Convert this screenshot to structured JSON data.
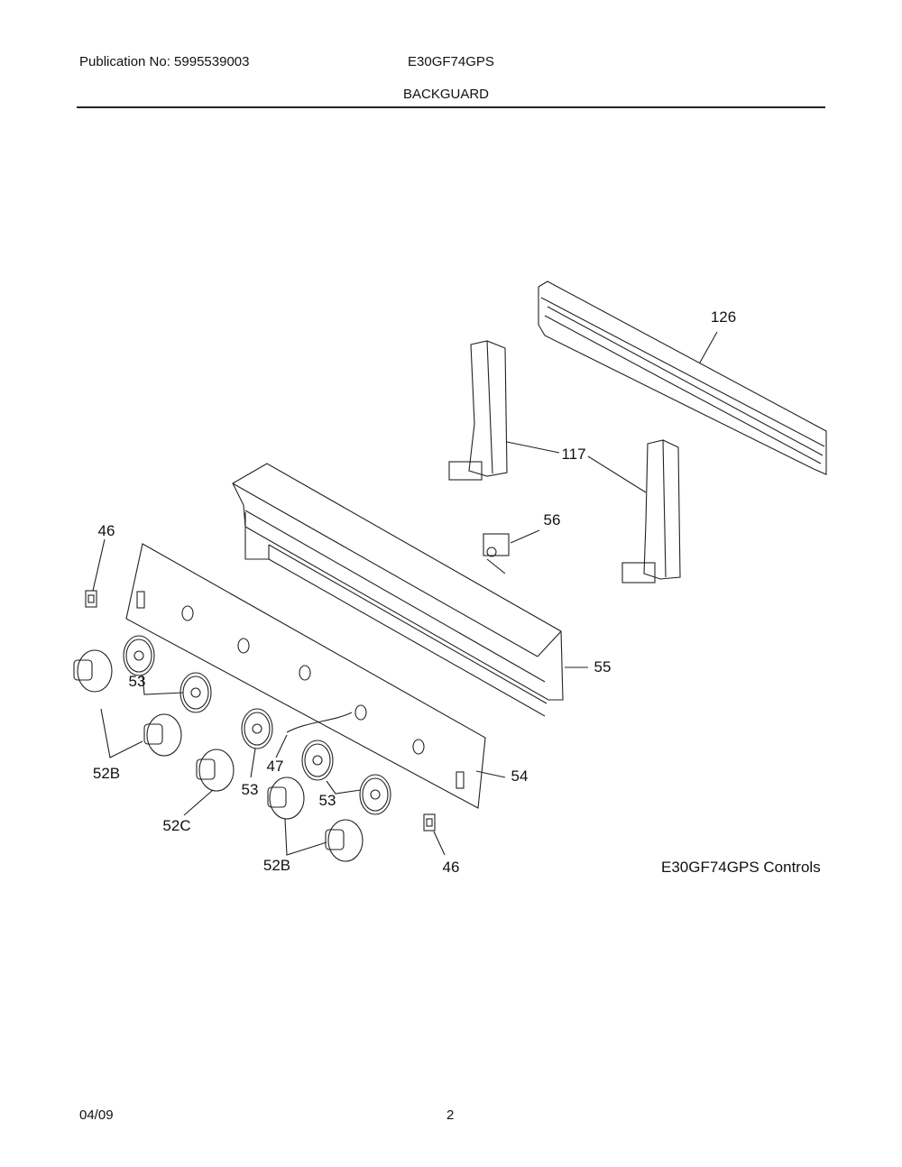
{
  "header": {
    "publication": "Publication No: 5995539003",
    "model": "E30GF74GPS",
    "section": "BACKGUARD"
  },
  "diagram": {
    "caption": "E30GF74GPS Controls",
    "callouts": {
      "rail": "126",
      "brackets": "117",
      "thermostat": "56",
      "switch_left": "46",
      "backguard": "55",
      "panel": "54",
      "bezel_left": "53",
      "knob_left": "52B",
      "harness": "47",
      "bezel_mid": "53",
      "bezel_right": "53",
      "knob_center": "52C",
      "knob_right": "52B",
      "switch_right": "46"
    }
  },
  "footer": {
    "date": "04/09",
    "page": "2"
  }
}
